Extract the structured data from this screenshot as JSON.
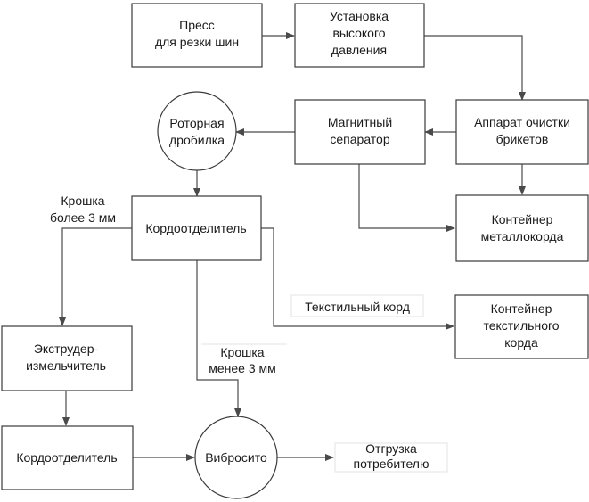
{
  "nodes": {
    "press": [
      "Пресс",
      "для резки шин"
    ],
    "high_pressure": [
      "Установка",
      "высокого",
      "давления"
    ],
    "cleaner": [
      "Аппарат очистки",
      "брикетов"
    ],
    "magnetic": [
      "Магнитный",
      "сепаратор"
    ],
    "rotor": [
      "Роторная",
      "дробилка"
    ],
    "metal_container": [
      "Контейнер",
      "металлокорда"
    ],
    "cord_sep_1": [
      "Кордоотделитель"
    ],
    "textile_container": [
      "Контейнер",
      "текстильного",
      "корда"
    ],
    "extruder": [
      "Экструдер-",
      "измельчитель"
    ],
    "cord_sep_2": [
      "Кордоотделитель"
    ],
    "sieve": [
      "Вибросито"
    ]
  },
  "labels": {
    "crumb_large": [
      "Крошка",
      "более 3 мм"
    ],
    "textile_cord": [
      "Текстильный корд"
    ],
    "crumb_small": [
      "Крошка",
      "менее 3 мм"
    ],
    "shipment": [
      "Отгрузка",
      "потребителю"
    ]
  }
}
